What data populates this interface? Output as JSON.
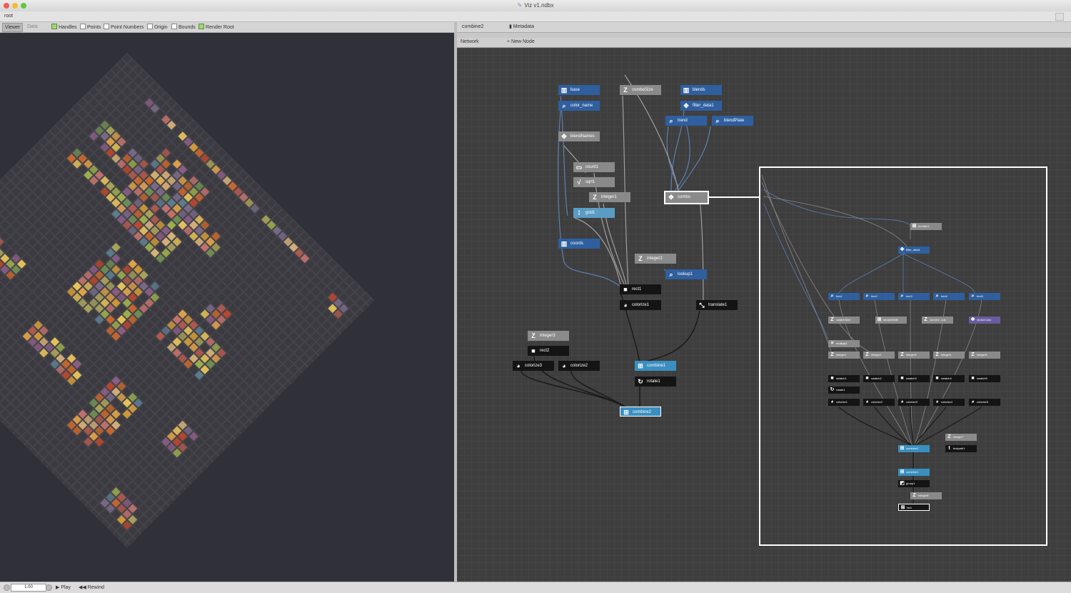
{
  "window": {
    "title": "Viz v1.ndbx"
  },
  "path": {
    "root": "root"
  },
  "viewer_toolbar": {
    "tabs": [
      "Viewer",
      "Data"
    ],
    "checkboxes": [
      {
        "label": "Handles",
        "checked": true
      },
      {
        "label": "Points",
        "checked": false
      },
      {
        "label": "Point Numbers",
        "checked": false
      },
      {
        "label": "Origin",
        "checked": false
      },
      {
        "label": "Bounds",
        "checked": false
      },
      {
        "label": "Render Root",
        "checked": true
      }
    ]
  },
  "right_toolbar": {
    "node_name": "combine2",
    "metadata": "Metadata"
  },
  "network_bar": {
    "label": "Network",
    "new_node": "New Node"
  },
  "nodes": [
    {
      "name": "base",
      "color": "blue",
      "icon": "table-icon"
    },
    {
      "name": "color_name",
      "color": "blue",
      "icon": "search-icon"
    },
    {
      "name": "comboSize",
      "color": "gray",
      "icon": "integer-icon"
    },
    {
      "name": "blends",
      "color": "blue",
      "icon": "table-icon"
    },
    {
      "name": "filter_data1",
      "color": "blue",
      "icon": "filter-icon"
    },
    {
      "name": "trend",
      "color": "blue",
      "icon": "search-icon"
    },
    {
      "name": "blendPlate",
      "color": "blue",
      "icon": "search-icon"
    },
    {
      "name": "blendNames",
      "color": "gray",
      "icon": "filter-icon"
    },
    {
      "name": "count1",
      "color": "gray",
      "icon": "count-icon"
    },
    {
      "name": "sqrt1",
      "color": "gray",
      "icon": "sqrt-icon"
    },
    {
      "name": "integer1",
      "color": "gray",
      "icon": "integer-icon"
    },
    {
      "name": "grid1",
      "color": "lteal",
      "icon": "grid-icon"
    },
    {
      "name": "combo",
      "color": "gray",
      "icon": "filter-icon"
    },
    {
      "name": "coords",
      "color": "blue",
      "icon": "table-icon"
    },
    {
      "name": "integer2",
      "color": "gray",
      "icon": "integer-icon"
    },
    {
      "name": "lookup1",
      "color": "blue",
      "icon": "search-icon"
    },
    {
      "name": "rect1",
      "color": "black",
      "icon": "rect-icon"
    },
    {
      "name": "translate1",
      "color": "black",
      "icon": "translate-icon"
    },
    {
      "name": "colorize1",
      "color": "black",
      "icon": "colorize-icon"
    },
    {
      "name": "integer3",
      "color": "gray",
      "icon": "integer-icon"
    },
    {
      "name": "rect2",
      "color": "black",
      "icon": "rect-icon"
    },
    {
      "name": "colorize3",
      "color": "black",
      "icon": "colorize-icon"
    },
    {
      "name": "colorize2",
      "color": "black",
      "icon": "colorize-icon"
    },
    {
      "name": "combine1",
      "color": "teal",
      "icon": "combine-icon"
    },
    {
      "name": "rotate1",
      "color": "black",
      "icon": "rotate-icon"
    },
    {
      "name": "combine2",
      "color": "teal",
      "icon": "combine-icon"
    }
  ],
  "zoom_nodes": {
    "number": "number1",
    "filter": "filter_data1",
    "row_hex": [
      "hex1",
      "hex2",
      "hex3",
      "hex4",
      "hex5"
    ],
    "row_swatch": [
      "swatchSize",
      "strokeWidth",
      "convert...cus",
      "strokeColor"
    ],
    "multiply": "multiply1",
    "row_integer": [
      "integer1",
      "integer2",
      "integer3",
      "integer4",
      "integer5"
    ],
    "row_swatches": [
      "swatch1",
      "swatch2",
      "swatch3",
      "swatch4",
      "swatch5"
    ],
    "rotate": "rotate1",
    "row_colorize": [
      "colorize1",
      "colorize2",
      "colorize3",
      "colorize4",
      "colorize5"
    ],
    "integer7": "integer7",
    "textpath": "textpath1",
    "combine2": "combine2",
    "combine1": "combine1",
    "group": "group1",
    "integer8": "integer8",
    "list": "list1"
  },
  "playback": {
    "zoom": "1.00",
    "play": "Play",
    "rewind": "Rewind"
  }
}
